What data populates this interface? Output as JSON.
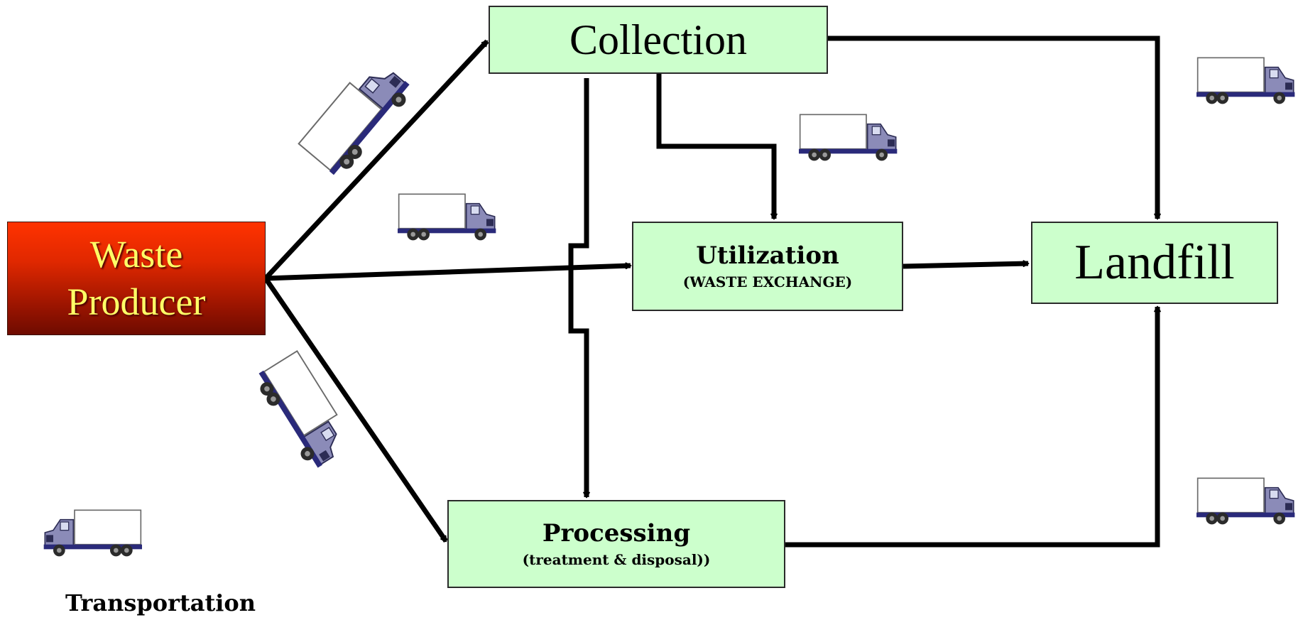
{
  "nodes": {
    "producer": {
      "line1": "Waste",
      "line2": "Producer"
    },
    "collection": {
      "label": "Collection"
    },
    "utilization": {
      "title": "Utilization",
      "subtitle": "(WASTE EXCHANGE)"
    },
    "processing": {
      "title": "Processing",
      "subtitle": "(treatment & disposal))"
    },
    "landfill": {
      "label": "Landfill"
    }
  },
  "caption": "Transportation",
  "edges": [
    {
      "from": "producer",
      "to": "collection"
    },
    {
      "from": "producer",
      "to": "utilization"
    },
    {
      "from": "producer",
      "to": "processing"
    },
    {
      "from": "collection",
      "to": "utilization"
    },
    {
      "from": "collection",
      "to": "processing"
    },
    {
      "from": "collection",
      "to": "landfill"
    },
    {
      "from": "utilization",
      "to": "landfill"
    },
    {
      "from": "processing",
      "to": "landfill"
    }
  ],
  "colors": {
    "box_fill": "#ccffcc",
    "producer_fill": "#e02800",
    "producer_text": "#ffff66",
    "arrow": "#000000"
  },
  "icons": [
    "truck-icon"
  ]
}
